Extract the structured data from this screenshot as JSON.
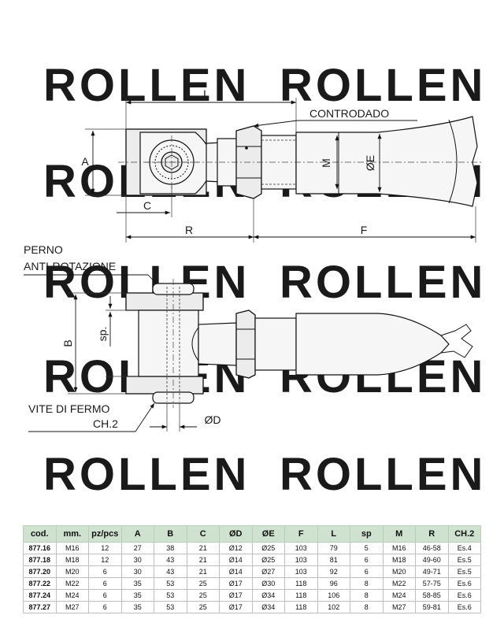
{
  "watermark": "ROLLEN",
  "labels": {
    "dim_l": "L",
    "dim_a": "A",
    "dim_c": "C",
    "dim_r": "R",
    "dim_f": "F",
    "dim_m": "M",
    "dim_e": "ØE",
    "dim_b": "B",
    "dim_sp": "sp.",
    "dim_d": "ØD",
    "contrododo": "CONTRODADO",
    "perno_1": "PERNO",
    "perno_2": "ANTI-ROTAZIONE",
    "vite_1": "VITE DI FERMO",
    "vite_2": "CH.2"
  },
  "table": {
    "headers": [
      "cod.",
      "mm.",
      "pz/pcs",
      "A",
      "B",
      "C",
      "ØD",
      "ØE",
      "F",
      "L",
      "sp",
      "M",
      "R",
      "CH.2"
    ],
    "rows": [
      [
        "877.16",
        "M16",
        "12",
        "27",
        "38",
        "21",
        "Ø12",
        "Ø25",
        "103",
        "79",
        "5",
        "M16",
        "46-58",
        "Es.4"
      ],
      [
        "877.18",
        "M18",
        "12",
        "30",
        "43",
        "21",
        "Ø14",
        "Ø25",
        "103",
        "81",
        "6",
        "M18",
        "49-60",
        "Es.5"
      ],
      [
        "877.20",
        "M20",
        "6",
        "30",
        "43",
        "21",
        "Ø14",
        "Ø27",
        "103",
        "92",
        "6",
        "M20",
        "49-71",
        "Es.5"
      ],
      [
        "877.22",
        "M22",
        "6",
        "35",
        "53",
        "25",
        "Ø17",
        "Ø30",
        "118",
        "96",
        "8",
        "M22",
        "57-75",
        "Es.6"
      ],
      [
        "877.24",
        "M24",
        "6",
        "35",
        "53",
        "25",
        "Ø17",
        "Ø34",
        "118",
        "106",
        "8",
        "M24",
        "58-85",
        "Es.6"
      ],
      [
        "877.27",
        "M27",
        "6",
        "35",
        "53",
        "25",
        "Ø17",
        "Ø34",
        "118",
        "102",
        "8",
        "M27",
        "59-81",
        "Es.6"
      ]
    ]
  }
}
